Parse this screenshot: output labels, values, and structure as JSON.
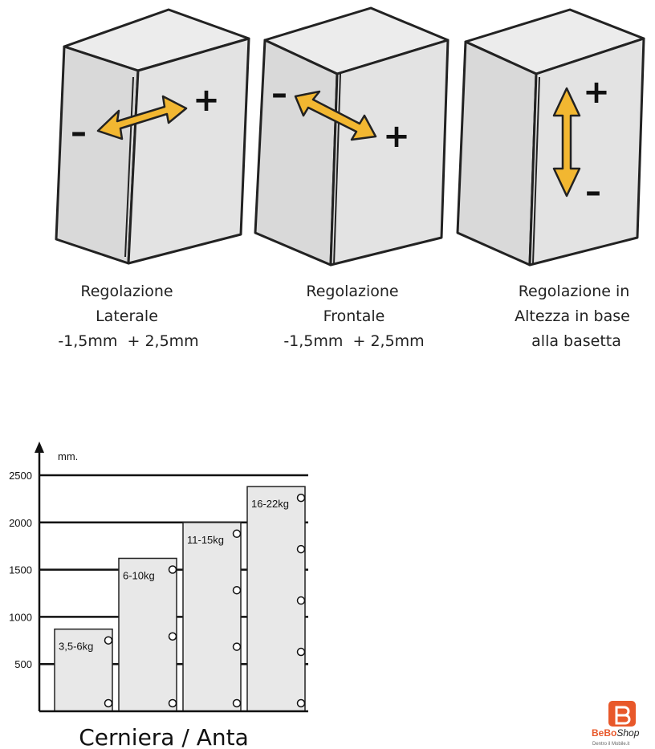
{
  "adjustments": [
    {
      "lines": [
        "Regolazione",
        "Laterale",
        "-1,5mm  + 2,5mm"
      ]
    },
    {
      "lines": [
        "Regolazione",
        "Frontale",
        "-1,5mm  + 2,5mm"
      ]
    },
    {
      "lines": [
        "Regolazione in",
        "Altezza in base",
        "alla basetta"
      ]
    }
  ],
  "signs": {
    "plus": "+",
    "minus": "–"
  },
  "chart_data": {
    "type": "bar",
    "ylabel": "mm.",
    "yticks": [
      500,
      1000,
      1500,
      2000,
      2500
    ],
    "ylim": [
      0,
      2500
    ],
    "grid": true,
    "categories": [
      "3,5-6kg",
      "6-10kg",
      "11-15kg",
      "16-22kg"
    ],
    "values": [
      870,
      1620,
      2000,
      2380
    ],
    "hinges": [
      2,
      3,
      4,
      5
    ]
  },
  "footer": {
    "title": "Cerniera / Anta"
  },
  "logo": {
    "brand_a": "BeBo",
    "brand_b": "Shop",
    "tagline": "Dentro il Mobile.it",
    "accent": "#e8582a"
  },
  "colors": {
    "arrow": "#f2b731",
    "panel": "#e3e3e3",
    "outline": "#222222"
  }
}
